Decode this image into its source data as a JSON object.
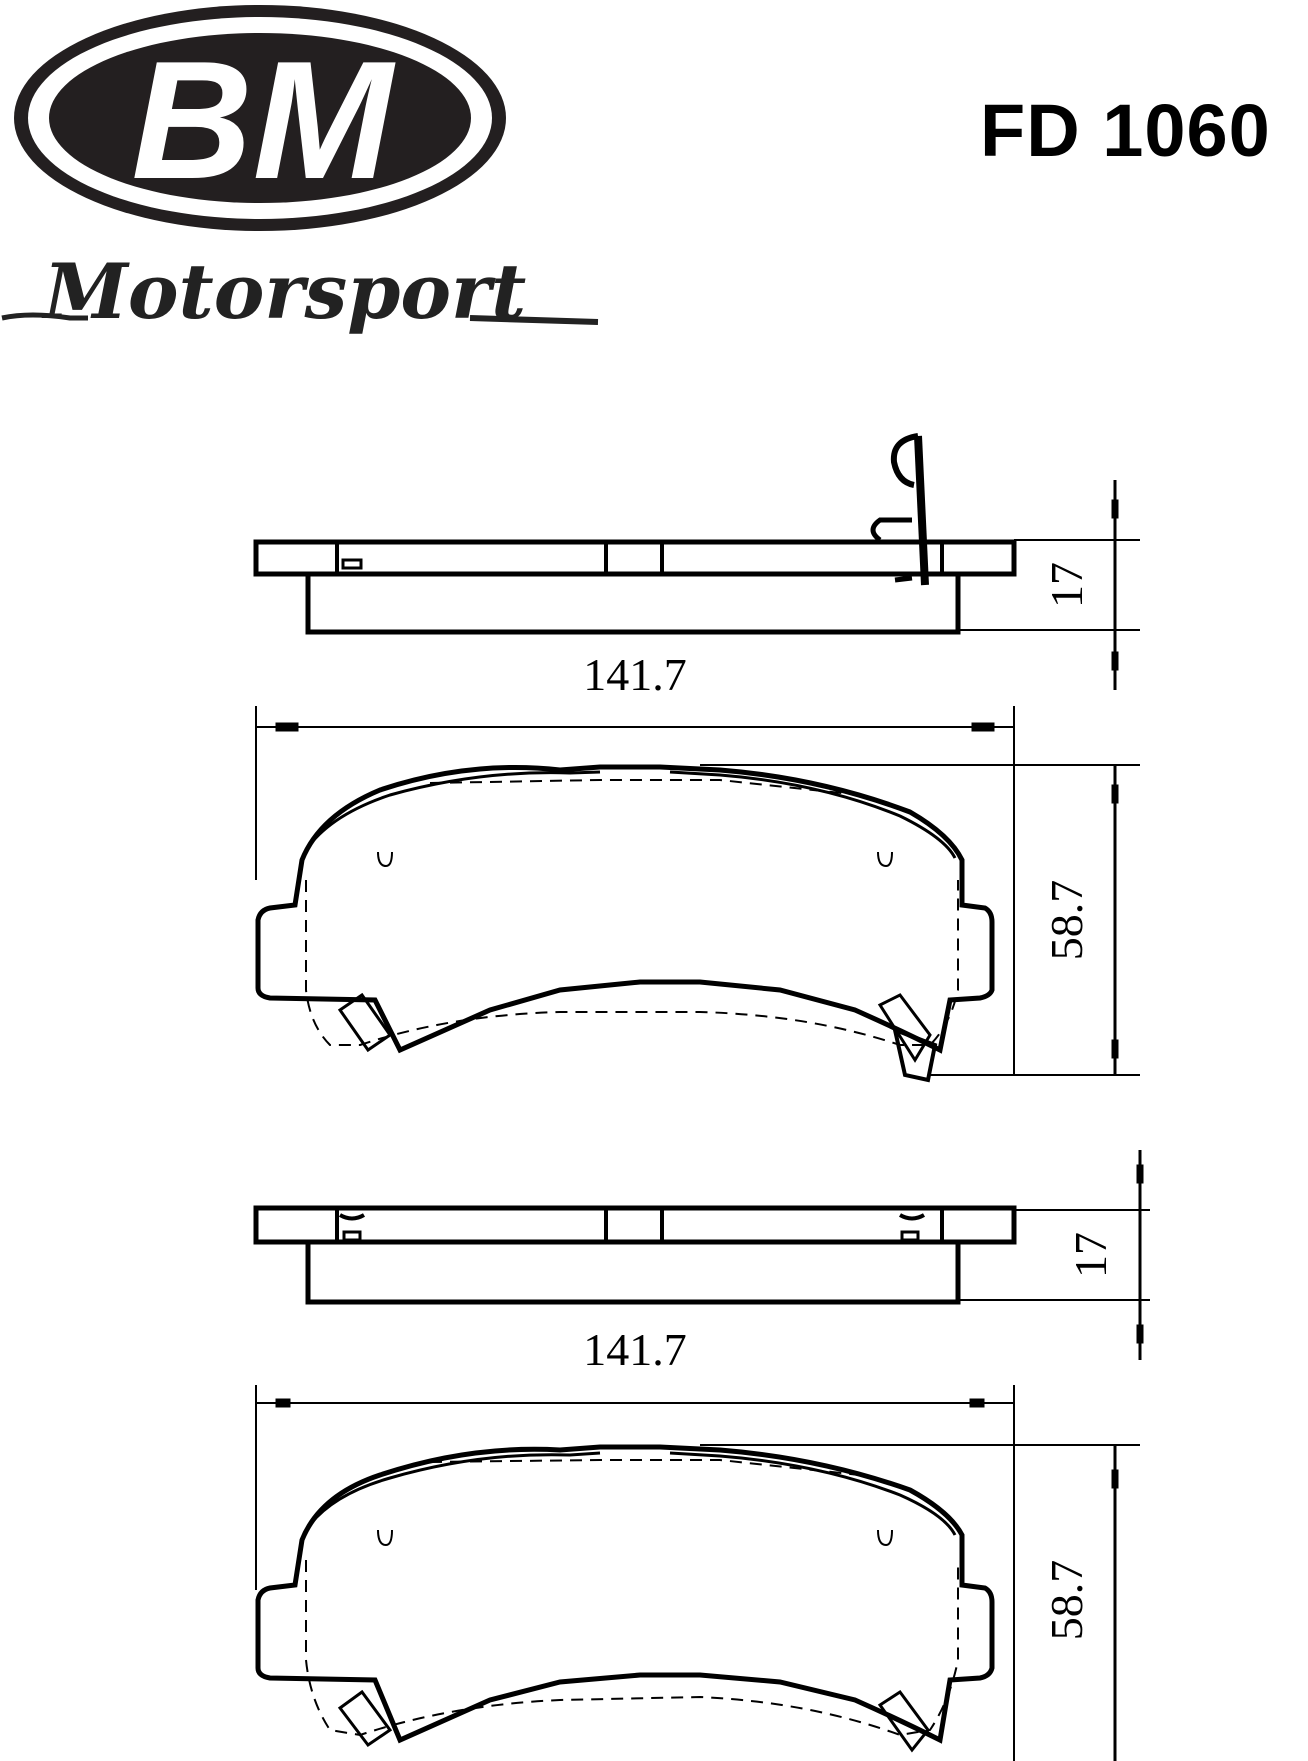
{
  "header": {
    "brand_initials": "BM",
    "brand_tagline": "Motorsport",
    "part_number": "FD 1060"
  },
  "colors": {
    "ink": "#000000",
    "logo_fill": "#231f20",
    "background": "#ffffff"
  },
  "views": [
    {
      "name": "pad-1-side-view",
      "dimensions": {
        "width_label": "141.7",
        "thickness_label": "17"
      },
      "features": [
        "wear-indicator-clip"
      ]
    },
    {
      "name": "pad-1-front-view",
      "dimensions": {
        "width_label": "141.7",
        "height_label": "58.7"
      },
      "features": [
        "anti-squeal-clips"
      ]
    },
    {
      "name": "pad-2-side-view",
      "dimensions": {
        "width_label": "141.7",
        "thickness_label": "17"
      }
    },
    {
      "name": "pad-2-front-view",
      "dimensions": {
        "width_label": "141.7",
        "height_label": "58.7"
      }
    }
  ]
}
